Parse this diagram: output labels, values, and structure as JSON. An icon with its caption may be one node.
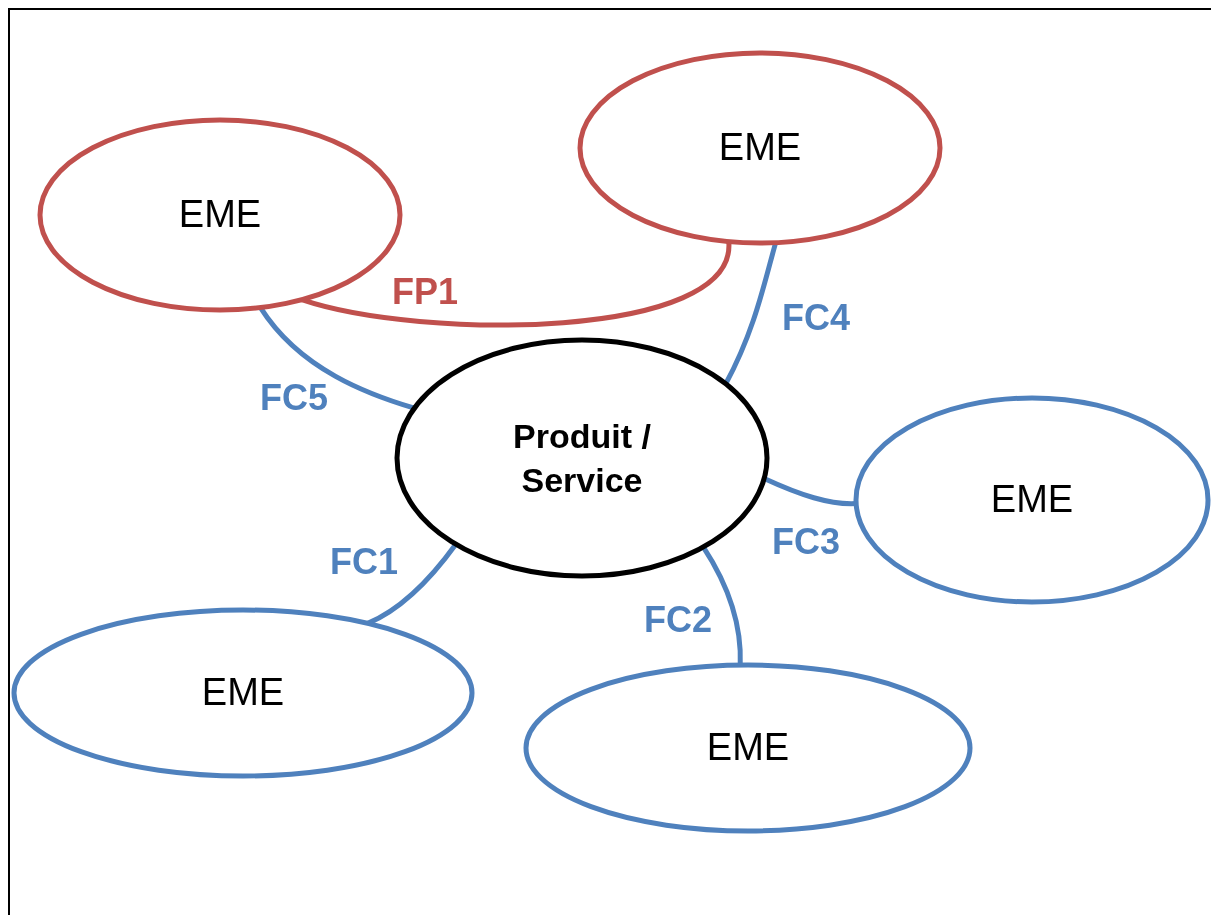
{
  "diagram": {
    "nodes": [
      {
        "text": [
          "EME"
        ]
      },
      {
        "text": [
          "EME"
        ]
      },
      {
        "text": [
          "Produit / Service"
        ]
      },
      {
        "text": [
          "EME"
        ]
      },
      {
        "text": [
          "EME"
        ]
      },
      {
        "text": [
          "EME"
        ]
      }
    ],
    "edges": [
      {
        "from": 0,
        "to": 1,
        "arrow": "none",
        "label": "FP1",
        "color": "#c0504d"
      },
      {
        "from": 2,
        "to": 1,
        "arrow": "none",
        "label": "FC4"
      },
      {
        "from": 0,
        "to": 2,
        "arrow": "none",
        "label": "FC5"
      },
      {
        "from": 2,
        "to": 3,
        "arrow": "none",
        "label": "FC3"
      },
      {
        "from": 2,
        "to": 5,
        "arrow": "none",
        "label": "FC2"
      },
      {
        "from": 2,
        "to": 4,
        "arrow": "none",
        "label": "FC1"
      }
    ]
  }
}
